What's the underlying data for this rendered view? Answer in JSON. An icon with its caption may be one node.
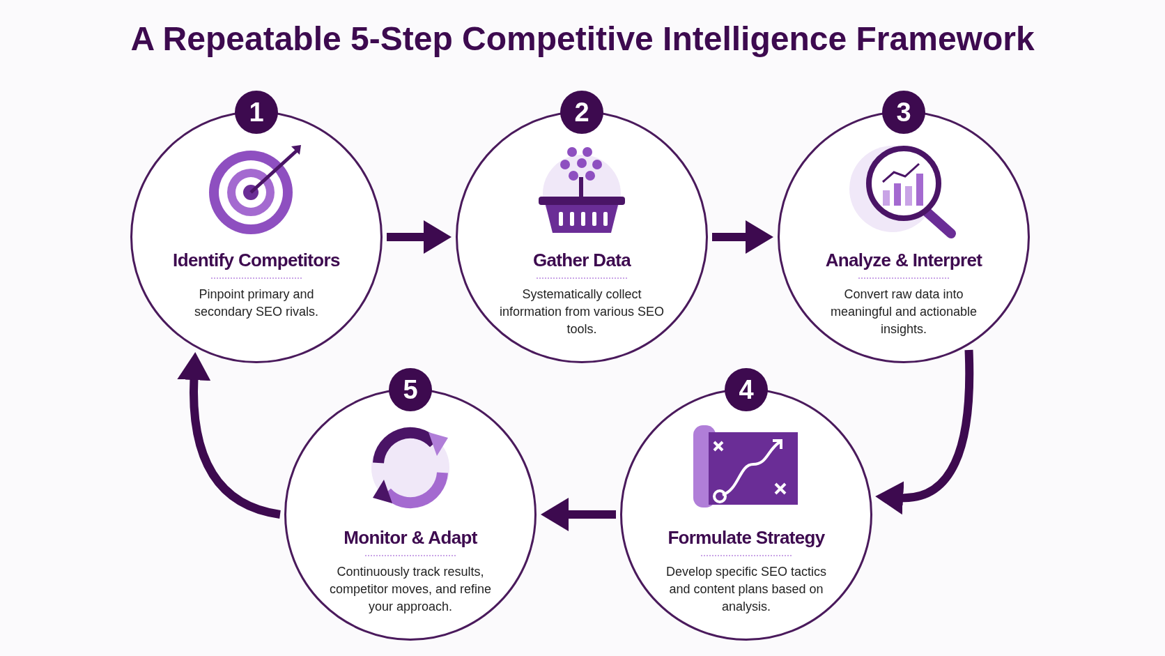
{
  "diagram": {
    "title": "A Repeatable 5-Step Competitive Intelligence Framework",
    "nodes": [
      {
        "text": [
          "1",
          "Identify Competitors",
          "Pinpoint primary and secondary SEO rivals."
        ]
      },
      {
        "text": [
          "2",
          "Gather Data",
          "Systematically collect information from various SEO tools."
        ]
      },
      {
        "text": [
          "3",
          "Analyze & Interpret",
          "Convert raw data into meaningful and actionable insights."
        ]
      },
      {
        "text": [
          "4",
          "Formulate Strategy",
          "Develop specific SEO tactics and content plans based on analysis."
        ]
      },
      {
        "text": [
          "5",
          "Monitor & Adapt",
          "Continuously track results, competitor moves, and refine your approach."
        ]
      }
    ],
    "edges": [
      {
        "from": 0,
        "to": 1,
        "arrow": "to"
      },
      {
        "from": 1,
        "to": 2,
        "arrow": "to"
      },
      {
        "from": 2,
        "to": 3,
        "arrow": "to"
      },
      {
        "from": 3,
        "to": 4,
        "arrow": "to"
      },
      {
        "from": 4,
        "to": 0,
        "arrow": "to"
      }
    ]
  }
}
